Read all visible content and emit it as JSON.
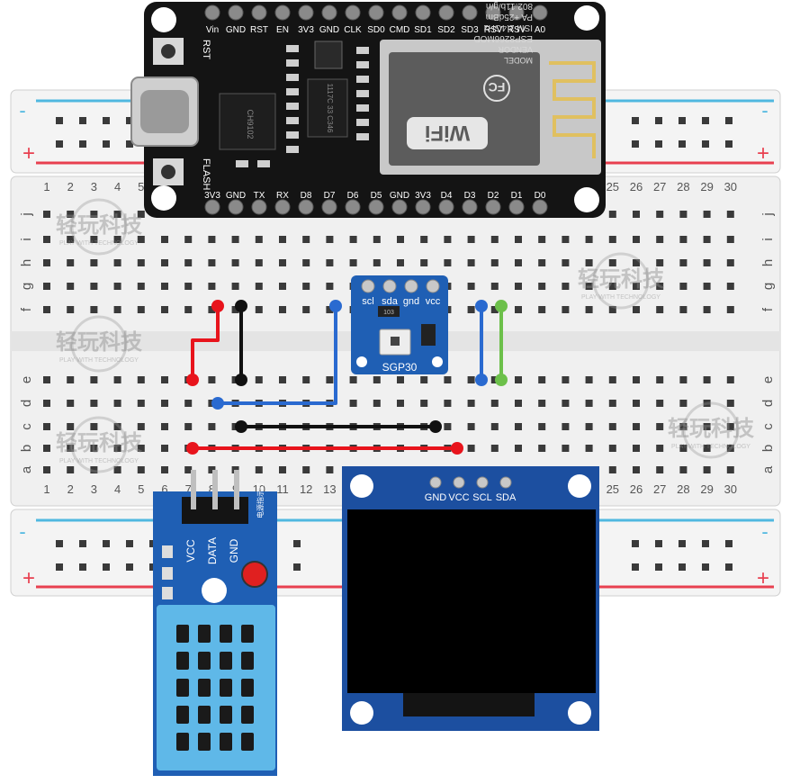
{
  "breadboard": {
    "row_letters_top": [
      "j",
      "i",
      "h",
      "g",
      "f"
    ],
    "row_letters_bottom": [
      "e",
      "d",
      "c",
      "b",
      "a"
    ],
    "column_count": 30,
    "rail_plus": "+",
    "rail_minus": "-"
  },
  "esp_board": {
    "top_pins": [
      "Vin",
      "GND",
      "RST",
      "EN",
      "3V3",
      "GND",
      "CLK",
      "SD0",
      "CMD",
      "SD1",
      "SD2",
      "SD3",
      "RSV",
      "RSV",
      "A0"
    ],
    "bottom_pins": [
      "3V3",
      "GND",
      "TX",
      "RX",
      "D8",
      "D7",
      "D6",
      "D5",
      "GND",
      "3V3",
      "D4",
      "D3",
      "D2",
      "D1",
      "D0"
    ],
    "rst_label": "RST",
    "flash_label": "FLASH",
    "chip_text": [
      "MODEL",
      "VENDOR",
      "ESP8266MOD",
      "ISM 2.4GHz",
      "PA +25dBm",
      "802.11b/g/n"
    ],
    "wifi_label": "WiFi",
    "fcc_label": "FC",
    "regulator_label": "1117C 33 C346",
    "usb_chip_label": "CH9102"
  },
  "sgp30": {
    "pins": [
      "scl",
      "sda",
      "gnd",
      "vcc"
    ],
    "name": "SGP30",
    "chip_code": "103"
  },
  "oled": {
    "pins": [
      "GND",
      "VCC",
      "SCL",
      "SDA"
    ]
  },
  "dht11": {
    "pins": [
      "VCC",
      "DATA",
      "GND"
    ],
    "led_label": "电源指示灯"
  },
  "watermark": {
    "cn": "轻玩科技",
    "en": "PLAY WITH TECHNOLOGY"
  },
  "colors": {
    "red_wire": "#e8141c",
    "black_wire": "#111111",
    "blue_wire": "#2a6ad0",
    "green_wire": "#6cc04a",
    "module_blue": "#1f5fb4",
    "dht_blue": "#5fb8e8"
  }
}
